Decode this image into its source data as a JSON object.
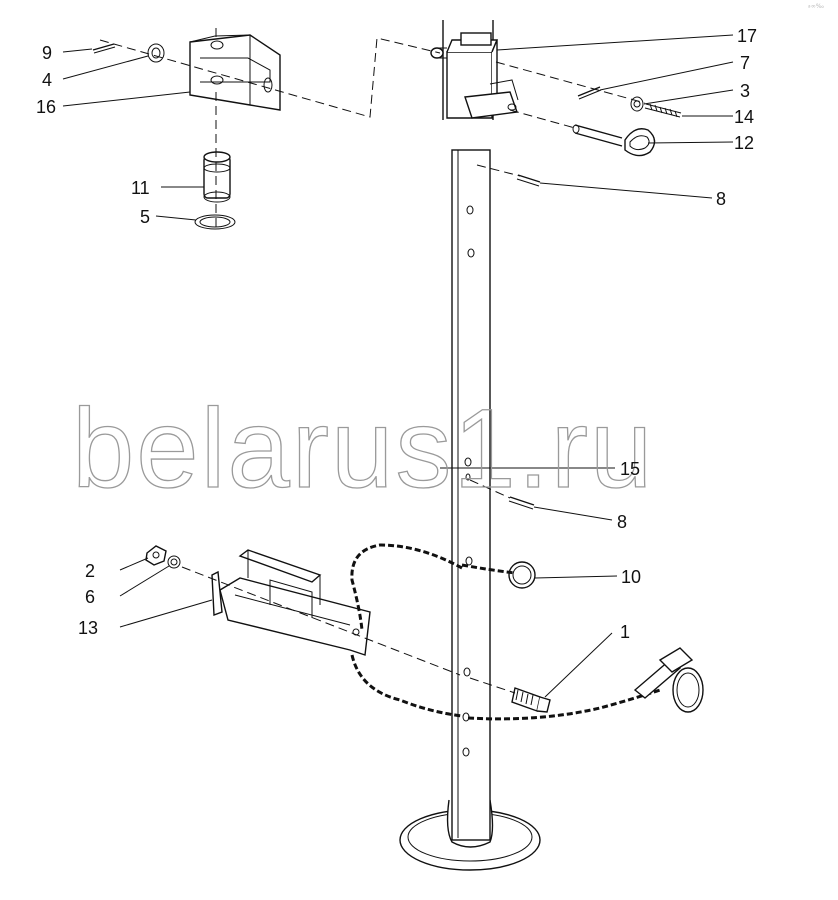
{
  "watermark": "belarus1.ru",
  "corner_mark": "ء∞‰",
  "callouts": [
    {
      "id": "9",
      "text": "9"
    },
    {
      "id": "4",
      "text": "4"
    },
    {
      "id": "16",
      "text": "16"
    },
    {
      "id": "11",
      "text": "11"
    },
    {
      "id": "5",
      "text": "5"
    },
    {
      "id": "17",
      "text": "17"
    },
    {
      "id": "7",
      "text": "7"
    },
    {
      "id": "3",
      "text": "3"
    },
    {
      "id": "14",
      "text": "14"
    },
    {
      "id": "12",
      "text": "12"
    },
    {
      "id": "8a",
      "text": "8"
    },
    {
      "id": "15",
      "text": "15"
    },
    {
      "id": "8b",
      "text": "8"
    },
    {
      "id": "10",
      "text": "10"
    },
    {
      "id": "2",
      "text": "2"
    },
    {
      "id": "6",
      "text": "6"
    },
    {
      "id": "13",
      "text": "13"
    },
    {
      "id": "1",
      "text": "1"
    }
  ]
}
